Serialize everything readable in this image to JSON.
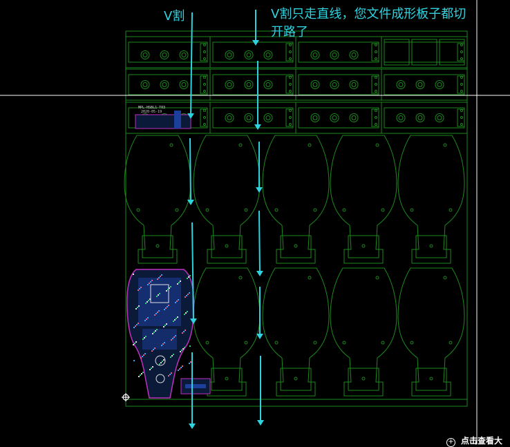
{
  "annotations": {
    "vcut_label": "V割",
    "line1": "V割只走直线，您文件成形板子都切",
    "line2": "开路了"
  },
  "footer": {
    "view_more": "点击查看大"
  },
  "colors": {
    "background": "#000000",
    "outline": "#1d8a1d",
    "annotation": "#2fd3e0",
    "crosshair": "#ffffff",
    "pcb_border": "#c030c0"
  },
  "icons": {
    "origin": "origin-marker-icon",
    "zoom": "zoom-plus-icon"
  }
}
